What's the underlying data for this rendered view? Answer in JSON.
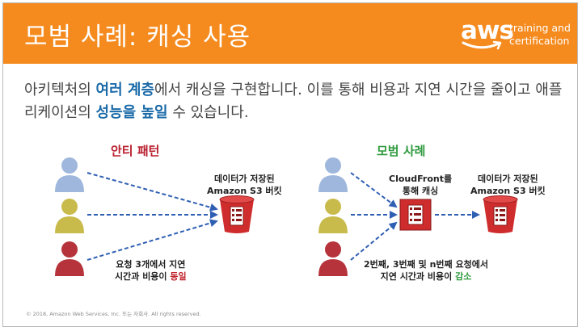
{
  "header": {
    "title": "모범 사례: 캐싱 사용"
  },
  "logo": {
    "word": "aws",
    "tagline_1": "training and",
    "tagline_2": "certification"
  },
  "intro": {
    "part1": "아키텍처의 ",
    "hl1": "여러 계층",
    "part2": "에서 캐싱을 구현합니다. 이를 통해 비용과 지연 시간을 줄이고 애플리케이션의 ",
    "hl2": "성능을 높일",
    "part3": " 수 있습니다."
  },
  "anti_pattern": {
    "heading": "안티 패턴",
    "bucket_label_1": "데이터가 저장된",
    "bucket_label_2": "Amazon S3 버킷",
    "note_1": "요청 3개에서 지연",
    "note_2a": "시간과 비용이 ",
    "note_2b": "동일"
  },
  "best_practice": {
    "heading": "모범 사례",
    "cache_label_1": "CloudFront를",
    "cache_label_2": "통해 캐싱",
    "bucket_label_1": "데이터가 저장된",
    "bucket_label_2": "Amazon S3 버킷",
    "note_1": "2번째, 3번째 및 n번째 요청에서",
    "note_2a": "지연 시간과 비용이 ",
    "note_2b": "감소"
  },
  "footer": {
    "copyright": "© 2018, Amazon Web Services, Inc. 또는 자회사. All rights reserved."
  },
  "colors": {
    "header": "#f58b1f",
    "highlight": "#1a6aa8",
    "red": "#c0202a",
    "green": "#2f9a3e",
    "user_blue": "#9fb7dc",
    "user_yellow": "#c9bb4b",
    "user_red": "#b6333b",
    "bucket": "#cf2d2d",
    "arrow": "#2f5fb3"
  }
}
